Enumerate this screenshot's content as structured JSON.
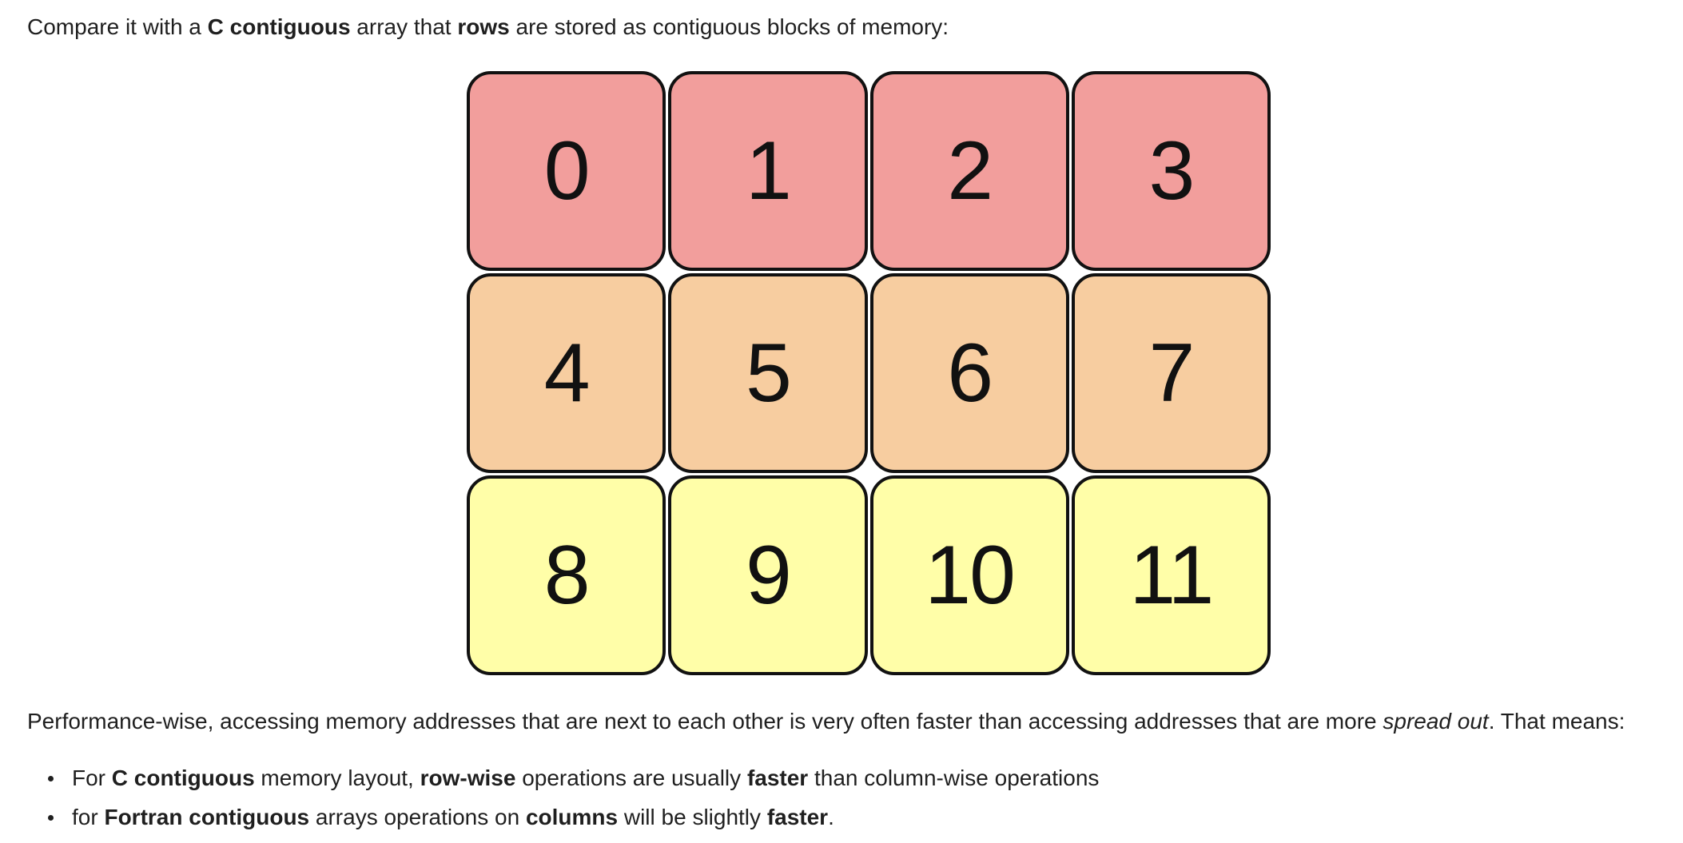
{
  "intro": {
    "t1": "Compare it with a ",
    "b1": "C contiguous",
    "t2": " array that ",
    "b2": "rows",
    "t3": " are stored as contiguous blocks of memory:"
  },
  "figure": {
    "rows": [
      {
        "color": "#f29e9c",
        "cells": [
          "0",
          "1",
          "2",
          "3"
        ]
      },
      {
        "color": "#f7cda0",
        "cells": [
          "4",
          "5",
          "6",
          "7"
        ]
      },
      {
        "color": "#fffea8",
        "cells": [
          "8",
          "9",
          "10",
          "11"
        ]
      }
    ]
  },
  "performance": {
    "t1": "Performance-wise, accessing memory addresses that are next to each other is very often faster than accessing addresses that are more ",
    "i1": "spread out",
    "t2": ". That means:"
  },
  "bullets": [
    {
      "t1": "For ",
      "b1": "C contiguous",
      "t2": " memory layout, ",
      "b2": "row-wise",
      "t3": " operations are usually ",
      "b3": "faster",
      "t4": " than column-wise operations"
    },
    {
      "t1": "for ",
      "b1": "Fortran contiguous",
      "t2": " arrays operations on ",
      "b2": "columns",
      "t3": " will be slightly ",
      "b3": "faster",
      "t4": "."
    }
  ]
}
